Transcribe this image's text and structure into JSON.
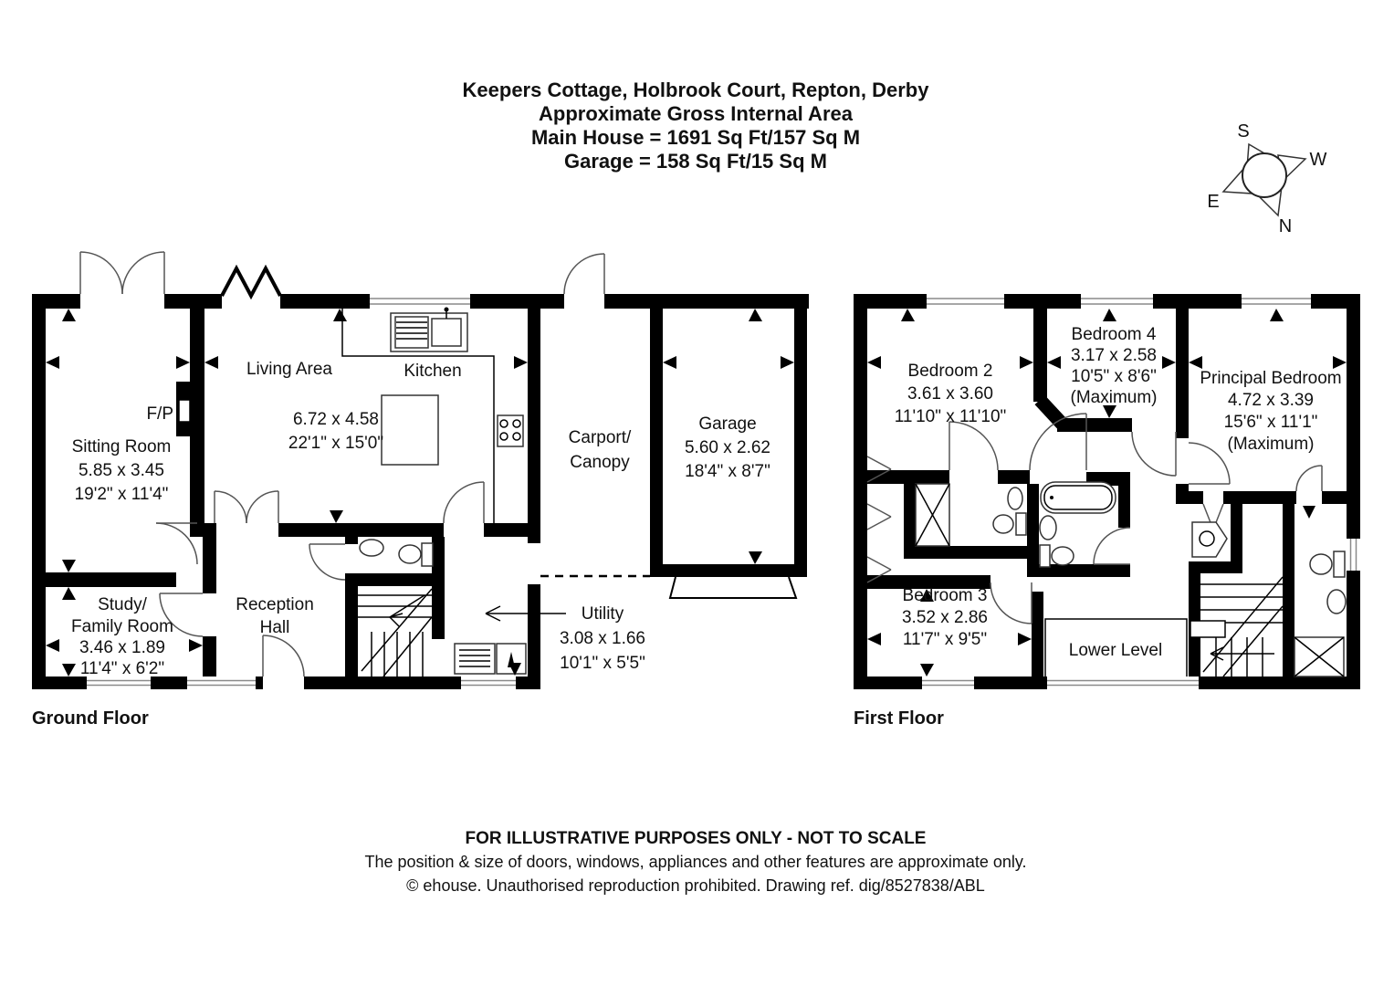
{
  "header": {
    "address": "Keepers Cottage, Holbrook Court, Repton, Derby",
    "subtitle": "Approximate Gross Internal Area",
    "main_house": "Main House = 1691 Sq Ft/157 Sq M",
    "garage": "Garage = 158 Sq Ft/15 Sq M"
  },
  "compass": {
    "n": "N",
    "s": "S",
    "e": "E",
    "w": "W"
  },
  "ground_floor": {
    "label": "Ground Floor",
    "sitting_room": {
      "name": "Sitting Room",
      "metric": "5.85 x 3.45",
      "imperial": "19'2\" x 11'4\""
    },
    "fireplace": "F/P",
    "living_area": "Living Area",
    "kitchen": "Kitchen",
    "living_kitchen": {
      "metric": "6.72 x 4.58",
      "imperial": "22'1\" x 15'0\""
    },
    "carport": {
      "line1": "Carport/",
      "line2": "Canopy"
    },
    "garage": {
      "name": "Garage",
      "metric": "5.60 x 2.62",
      "imperial": "18'4\" x 8'7\""
    },
    "study": {
      "line1": "Study/",
      "line2": "Family Room",
      "metric": "3.46 x 1.89",
      "imperial": "11'4\" x 6'2\""
    },
    "reception": {
      "line1": "Reception",
      "line2": "Hall"
    },
    "utility": {
      "name": "Utility",
      "metric": "3.08 x 1.66",
      "imperial": "10'1\" x 5'5\""
    }
  },
  "first_floor": {
    "label": "First Floor",
    "bedroom2": {
      "name": "Bedroom 2",
      "metric": "3.61 x 3.60",
      "imperial": "11'10\" x 11'10\""
    },
    "bedroom3": {
      "name": "Bedroom 3",
      "metric": "3.52 x 2.86",
      "imperial": "11'7\" x 9'5\""
    },
    "bedroom4": {
      "name": "Bedroom 4",
      "metric": "3.17 x 2.58",
      "imperial": "10'5\" x 8'6\"",
      "note": "(Maximum)"
    },
    "principal": {
      "name": "Principal Bedroom",
      "metric": "4.72 x 3.39",
      "imperial": "15'6\" x 11'1\"",
      "note": "(Maximum)"
    },
    "lower_level": "Lower Level"
  },
  "footer": {
    "line1": "FOR ILLUSTRATIVE PURPOSES ONLY - NOT TO SCALE",
    "line2": "The position & size of doors, windows, appliances and other features are approximate only.",
    "line3": "© ehouse. Unauthorised reproduction prohibited. Drawing ref. dig/8527838/ABL"
  }
}
